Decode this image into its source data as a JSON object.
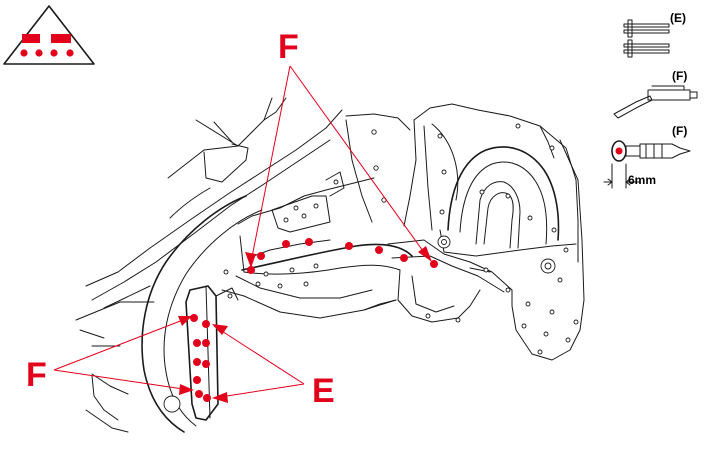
{
  "labels": {
    "callout_F": "F",
    "callout_E": "E",
    "legend_E": "(E)",
    "legend_F1": "(F)",
    "legend_F2": "(F)",
    "dimension": "6mm"
  },
  "colors": {
    "weld_marker": "#e3001b",
    "outline": "#1a1a1a",
    "background": "#ffffff"
  },
  "icons": {
    "operation_symbol": "triangle-weld-symbol-icon",
    "legend_E": "spot-weld-cutter-icon",
    "legend_F1": "drill-icon",
    "legend_F2": "drill-bit-6mm-icon"
  }
}
